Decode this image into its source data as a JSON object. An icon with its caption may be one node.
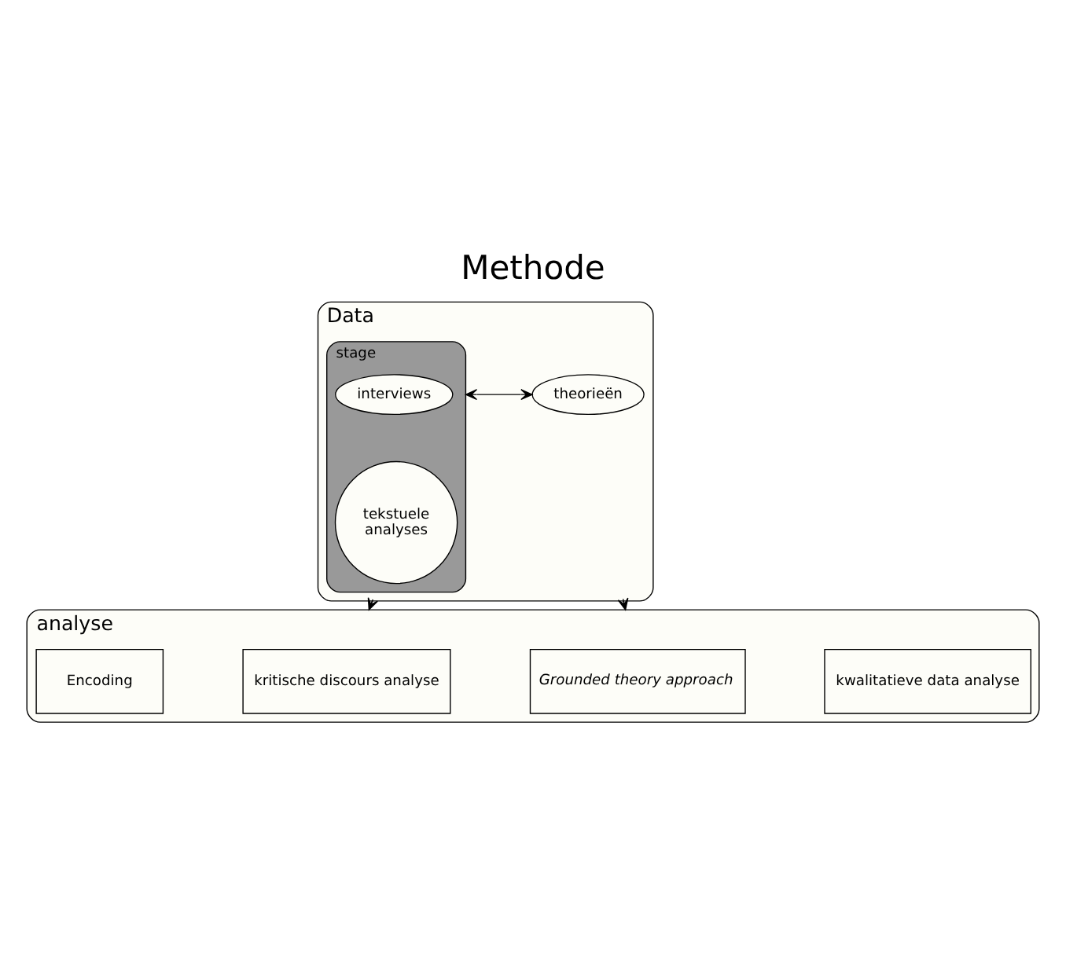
{
  "diagram": {
    "title": "Methode",
    "nodes": [
      {
        "text": [
          "Data"
        ]
      },
      {
        "text": [
          "stage"
        ],
        "in": 0
      },
      {
        "text": [
          "interviews"
        ],
        "in": 1
      },
      {
        "text": [
          "tekstuele analyses"
        ],
        "in": 1
      },
      {
        "text": [
          "theorieën"
        ],
        "in": 0
      },
      {
        "text": [
          "analyse"
        ]
      },
      {
        "text": [
          "Encoding"
        ],
        "in": 5
      },
      {
        "text": [
          "kritische discours analyse"
        ],
        "in": 5
      },
      {
        "text": [
          "Grounded theory approach"
        ],
        "in": 5
      },
      {
        "text": [
          "kwalitatieve data analyse"
        ],
        "in": 5
      }
    ],
    "edges": [
      {
        "from": 1,
        "to": 4,
        "arrow": "both"
      },
      {
        "from": 0,
        "to": 5,
        "arrow": "to"
      },
      {
        "from": 0,
        "to": 5,
        "arrow": "to"
      }
    ]
  }
}
